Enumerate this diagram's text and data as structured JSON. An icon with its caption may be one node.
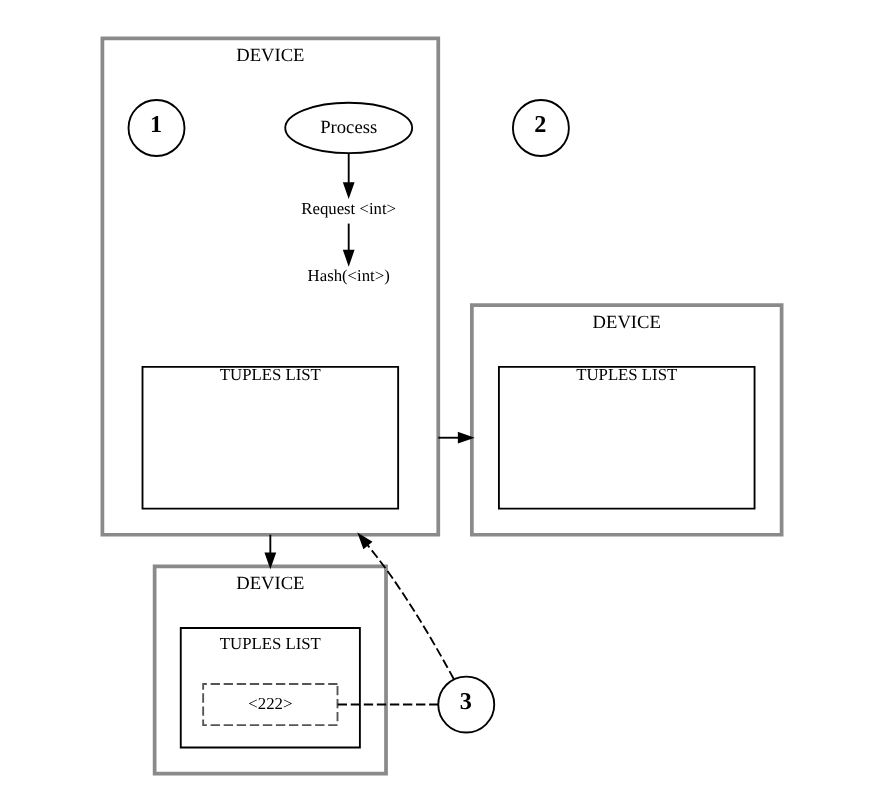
{
  "diagram": {
    "nodes": [
      {
        "text": [
          "DEVICE"
        ]
      },
      {
        "text": [
          "Process"
        ],
        "in": 0
      },
      {
        "text": [
          "1"
        ],
        "in": 0
      },
      {
        "text": [
          "Request <int>"
        ],
        "in": 0
      },
      {
        "text": [
          "Hash(<int>)"
        ],
        "in": 0
      },
      {
        "text": [
          "TUPLES LIST"
        ],
        "in": 0
      },
      {
        "text": [
          "2"
        ]
      },
      {
        "text": [
          "DEVICE"
        ]
      },
      {
        "text": [
          "TUPLES LIST"
        ],
        "in": 7
      },
      {
        "text": [
          "3"
        ]
      },
      {
        "text": [
          "DEVICE"
        ]
      },
      {
        "text": [
          "TUPLES LIST"
        ],
        "in": 10
      },
      {
        "text": [
          "<222>"
        ],
        "in": 11
      }
    ],
    "edges": [
      {
        "from": 1,
        "to": 3,
        "arrow": "to"
      },
      {
        "from": 3,
        "to": 4,
        "arrow": "to"
      },
      {
        "from": 0,
        "to": 7,
        "arrow": "to"
      },
      {
        "from": 0,
        "to": 10,
        "arrow": "to"
      },
      {
        "from": 12,
        "to": 9,
        "arrow": "none",
        "style": "dashed"
      },
      {
        "from": 9,
        "to": 0,
        "arrow": "to",
        "style": "dashed"
      }
    ]
  }
}
